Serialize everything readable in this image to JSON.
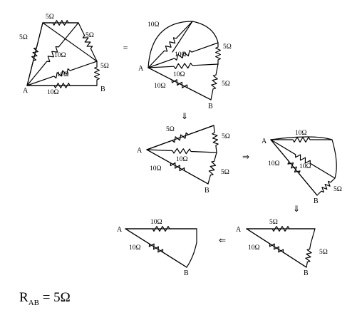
{
  "nodes": {
    "a": "A",
    "b": "B"
  },
  "labels": {
    "r5": "5Ω",
    "r10": "10Ω"
  },
  "arrows": {
    "equals": "=",
    "down": "⇓",
    "right": "⇒",
    "left": "⇐"
  },
  "result": {
    "r": "R",
    "sub": "AB",
    "rest": " = 5Ω"
  }
}
